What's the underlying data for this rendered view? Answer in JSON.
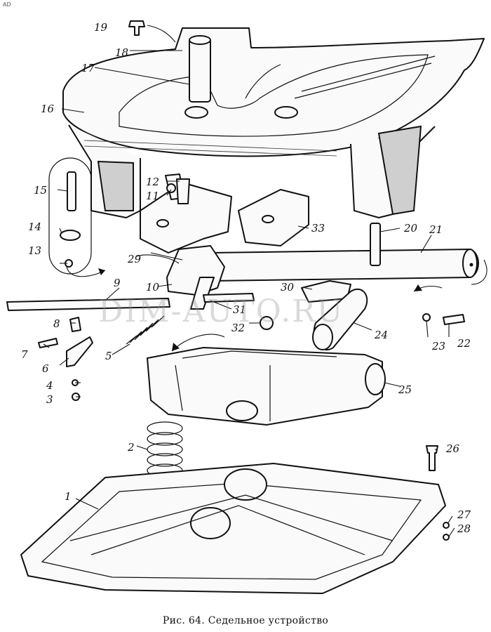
{
  "caption": "Рис. 64. Седельное устройство",
  "watermark": "DIM-AUTO.RU",
  "corner_mark": "AD",
  "labels": [
    "1",
    "2",
    "3",
    "4",
    "5",
    "6",
    "7",
    "8",
    "9",
    "10",
    "11",
    "12",
    "13",
    "14",
    "15",
    "16",
    "17",
    "18",
    "19",
    "20",
    "21",
    "22",
    "23",
    "24",
    "25",
    "26",
    "27",
    "28",
    "29",
    "30",
    "31",
    "32",
    "33"
  ]
}
